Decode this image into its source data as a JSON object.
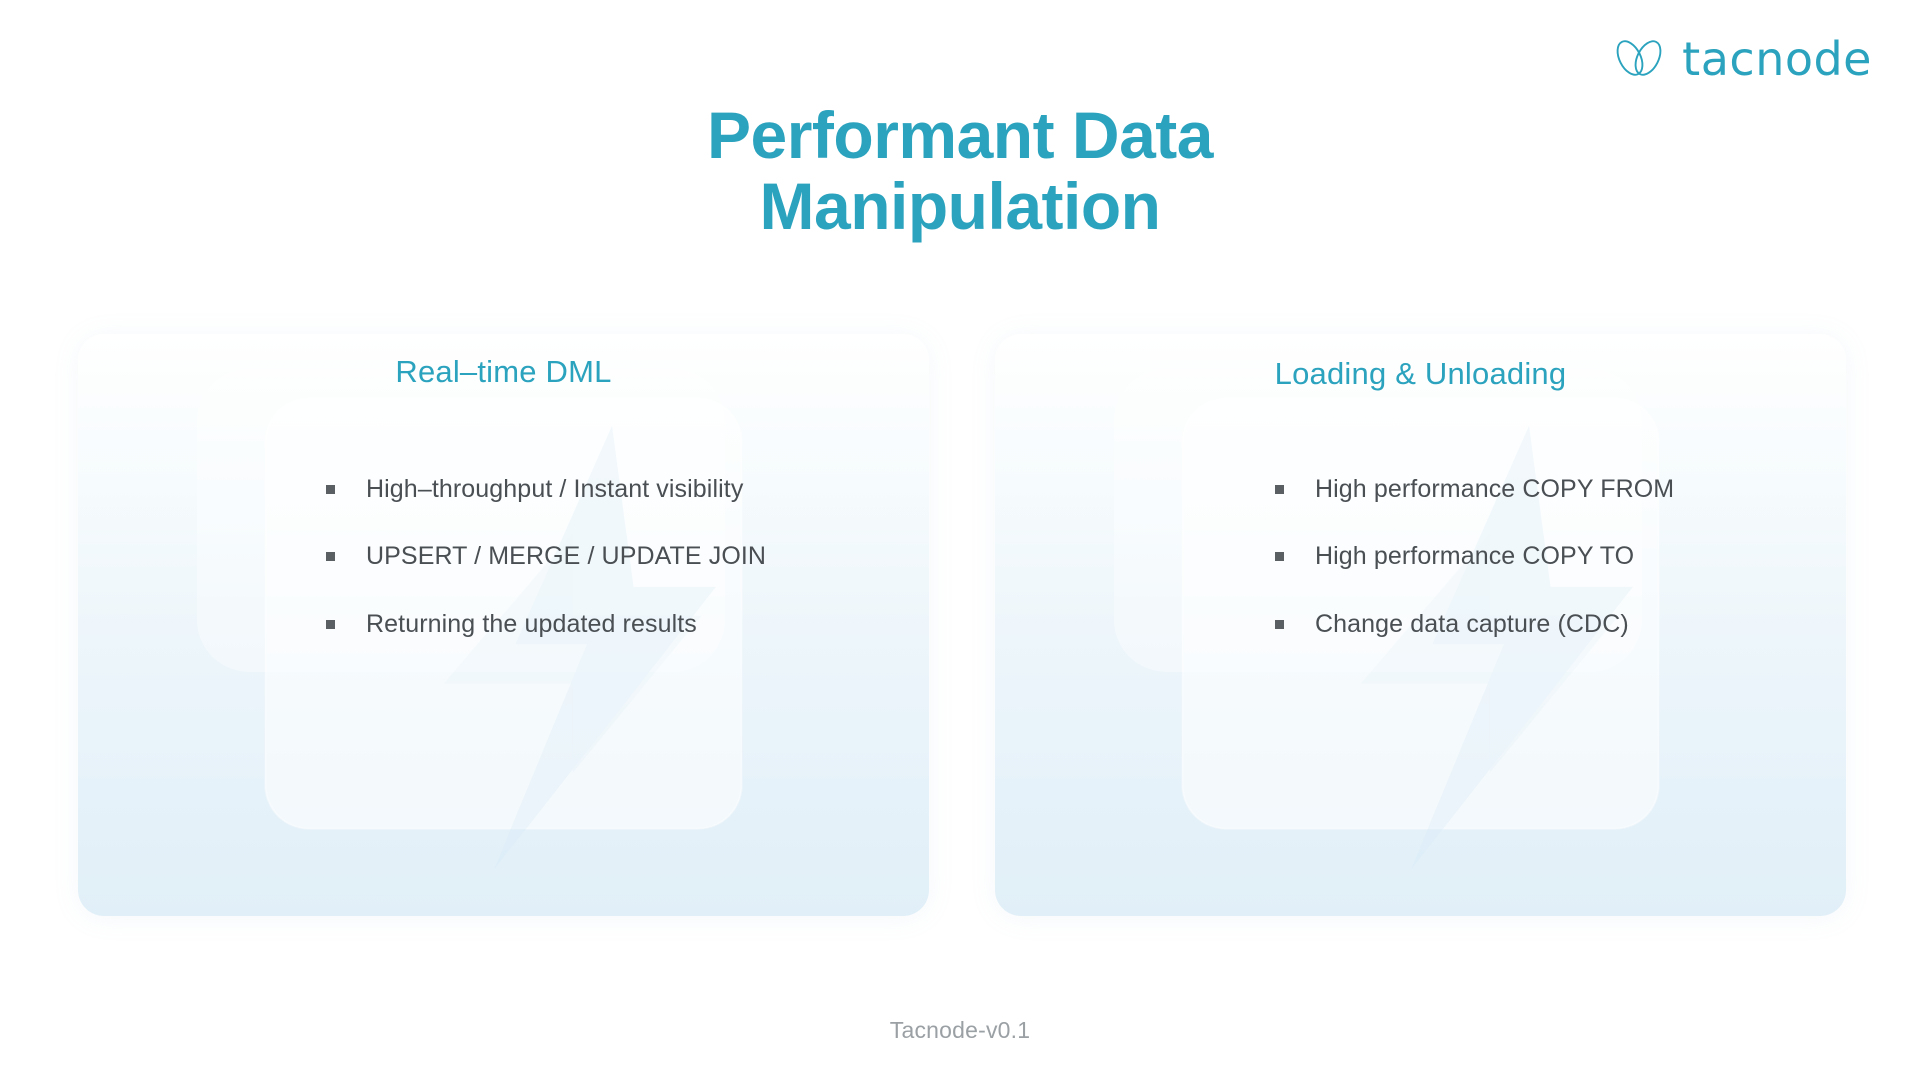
{
  "brand": {
    "logo_text": "tacnode",
    "logo_mark_name": "tacnode-butterfly-mark",
    "accent_color": "#2BA3BE",
    "body_text_color": "#4a4f54",
    "footer_color": "#9aa0a4"
  },
  "title": {
    "line1": "Performant Data",
    "line2": "Manipulation"
  },
  "cards": [
    {
      "heading": "Real–time DML",
      "bullets": [
        "High–throughput / Instant visibility",
        "UPSERT / MERGE / UPDATE JOIN",
        "Returning the updated results"
      ]
    },
    {
      "heading": "Loading & Unloading",
      "bullets": [
        "High performance COPY FROM",
        "High performance COPY TO",
        "Change data capture (CDC)"
      ]
    }
  ],
  "footer": {
    "text": "Tacnode-v0.1"
  }
}
